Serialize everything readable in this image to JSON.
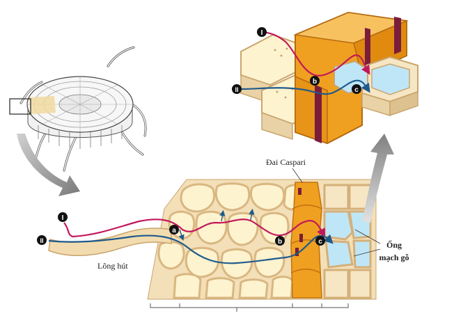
{
  "labels": {
    "casparian": "Đai Caspari",
    "root_hair": "Lông hút",
    "xylem_line1": "Ống",
    "xylem_line2": "mạch gỗ"
  },
  "markers": {
    "path_I": "I",
    "path_II": "II",
    "a": "a",
    "b": "b",
    "c": "c"
  },
  "icons": {
    "cross_section": "root-cross-section-icon",
    "arrow_down": "curved-arrow-down-icon",
    "arrow_up": "curved-arrow-up-icon"
  },
  "colors": {
    "path_I": "#c2185b",
    "path_II": "#1f5a8c",
    "cortex_fill": "#fdf3cf",
    "cortex_wall": "#e4c79a",
    "endodermis": "#f0a020",
    "casparian_band": "#7a1d3a",
    "xylem_fill": "#bfe6f7",
    "arrow_gray": "#8a8a8a"
  }
}
